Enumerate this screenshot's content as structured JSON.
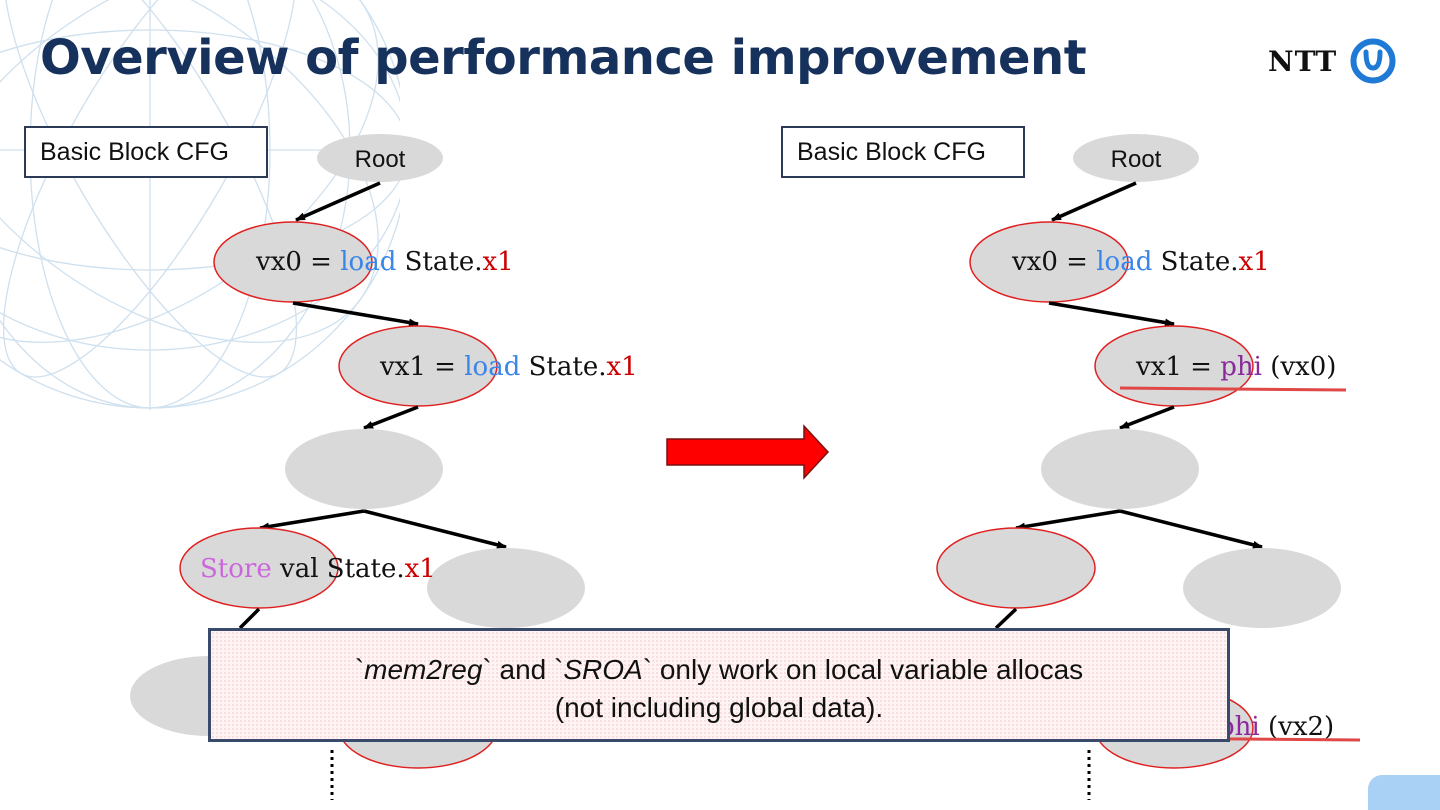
{
  "title": "Overview of performance improvement",
  "logo": {
    "text": "NTT",
    "icon": "ntt-logo-mark"
  },
  "left_panel": {
    "label": "Basic Block CFG",
    "root": "Root",
    "nodes": {
      "n1": {
        "lhs": "vx0 = ",
        "op": "load",
        "mid": " State.",
        "field": "x1"
      },
      "n2": {
        "lhs": "vx1 = ",
        "op": "load",
        "mid": " State.",
        "field": "x1"
      },
      "n4": {
        "op": "Store",
        "mid": " val State.",
        "field": "x1"
      }
    }
  },
  "right_panel": {
    "label": "Basic Block CFG",
    "root": "Root",
    "nodes": {
      "n1": {
        "lhs": "vx0 = ",
        "op": "load",
        "mid": " State.",
        "field": "x1"
      },
      "n2": {
        "lhs": "vx1 = ",
        "op": "phi",
        "arg": " (vx0)"
      },
      "n6": {
        "op": "phi",
        "arg": " (vx2)"
      }
    }
  },
  "note": {
    "part1": "`",
    "em1": "mem2reg",
    "part2": "` and `",
    "em2": "SROA",
    "part3": "` only work on local variable allocas",
    "line2": "(not including global data)."
  },
  "colors": {
    "title": "#16325c",
    "node_fill": "#d9d9d9",
    "node_border": "#e02020",
    "load_op": "#3a86e8",
    "field": "#cc0000",
    "store_op": "#cc66dd",
    "phi_op": "#8a2a9a",
    "arrow": "#ff0000",
    "accent_tab": "#a9d0f5"
  }
}
